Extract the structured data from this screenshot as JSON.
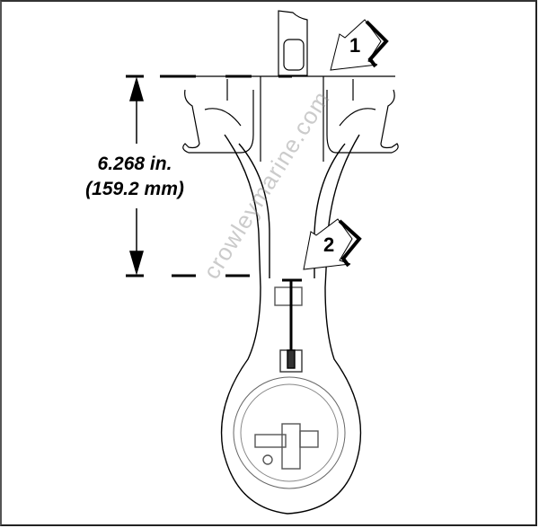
{
  "diagram": {
    "type": "technical-illustration",
    "subject": "fuel pump / component cross-section with measurement",
    "dimension": {
      "imperial": "6.268 in.",
      "metric": "(159.2 mm)"
    },
    "callouts": [
      {
        "id": 1,
        "label": "1"
      },
      {
        "id": 2,
        "label": "2"
      }
    ],
    "watermark": "crowleymarine.com",
    "colors": {
      "line": "#000000",
      "background": "#ffffff",
      "watermark": "#8c8c8c"
    }
  }
}
